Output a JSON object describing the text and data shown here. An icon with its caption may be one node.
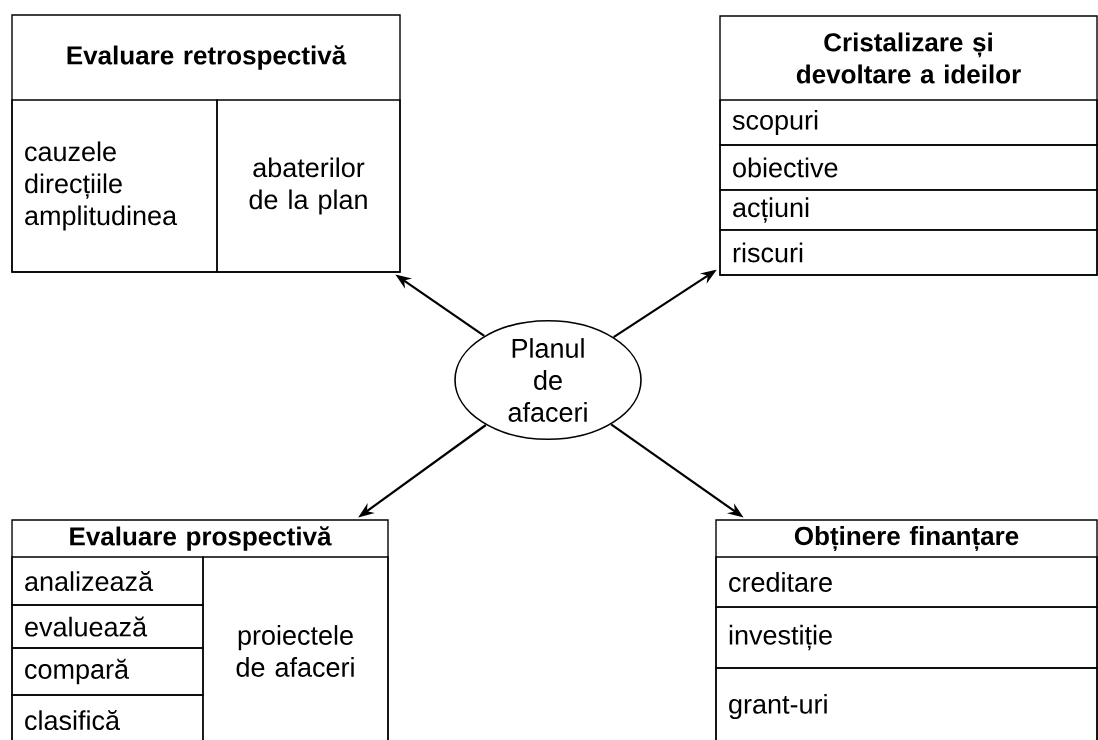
{
  "diagram": {
    "nodes": [
      {
        "text": [
          "Evaluare retrospectivă"
        ]
      },
      {
        "text": [
          "cauzele",
          "direcțiile",
          "amplitudinea"
        ],
        "in": 0
      },
      {
        "text": [
          "abaterilor de la plan"
        ],
        "in": 0
      },
      {
        "text": [
          "Cristalizare și devoltare a ideilor"
        ]
      },
      {
        "text": [
          "scopuri"
        ],
        "in": 3
      },
      {
        "text": [
          "obiective"
        ],
        "in": 3
      },
      {
        "text": [
          "acțiuni"
        ],
        "in": 3
      },
      {
        "text": [
          "riscuri"
        ],
        "in": 3
      },
      {
        "text": [
          "Planul de afaceri"
        ]
      },
      {
        "text": [
          "Evaluare prospectivă"
        ]
      },
      {
        "text": [
          "analizează"
        ],
        "in": 9
      },
      {
        "text": [
          "evaluează"
        ],
        "in": 9
      },
      {
        "text": [
          "compară"
        ],
        "in": 9
      },
      {
        "text": [
          "clasifică"
        ],
        "in": 9
      },
      {
        "text": [
          "proiectele de afaceri"
        ],
        "in": 9
      },
      {
        "text": [
          "Obținere finanțare"
        ]
      },
      {
        "text": [
          "creditare"
        ],
        "in": 15
      },
      {
        "text": [
          "investiție"
        ],
        "in": 15
      },
      {
        "text": [
          "grant-uri"
        ],
        "in": 15
      }
    ],
    "edges": [
      {
        "from": 8,
        "to": 0,
        "arrow": "to"
      },
      {
        "from": 8,
        "to": 3,
        "arrow": "to"
      },
      {
        "from": 8,
        "to": 9,
        "arrow": "to"
      },
      {
        "from": 8,
        "to": 15,
        "arrow": "to"
      }
    ]
  }
}
